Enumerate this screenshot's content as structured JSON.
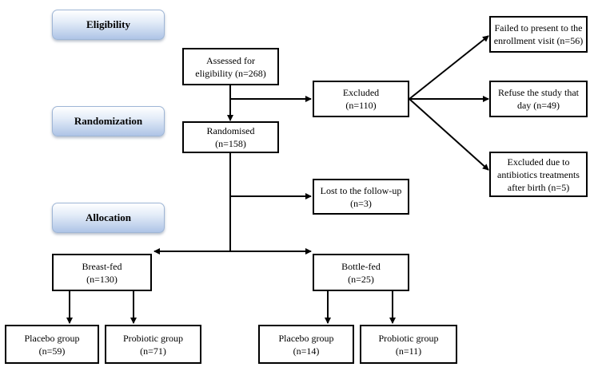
{
  "stages": {
    "eligibility": "Eligibility",
    "randomization": "Randomization",
    "allocation": "Allocation"
  },
  "boxes": {
    "assessed": {
      "line1": "Assessed for",
      "line2": "eligibility  (n=268)"
    },
    "excluded": {
      "line1": "Excluded",
      "line2": "(n=110)"
    },
    "failed": {
      "line1": "Failed to present to the",
      "line2": "enrollment  visit   (n=56)"
    },
    "refuse": {
      "line1": "Refuse the study that",
      "line2": "day (n=49)"
    },
    "antibiotics": {
      "line1": "Excluded due to",
      "line2": "antibiotics treatments",
      "line3": "after birth (n=5)"
    },
    "randomised": {
      "line1": "Randomised",
      "line2": "(n=158)"
    },
    "lost": {
      "line1": "Lost to the follow-up",
      "line2": "(n=3)"
    },
    "breastfed": {
      "line1": "Breast-fed",
      "line2": "(n=130)"
    },
    "bottlefed": {
      "line1": "Bottle-fed",
      "line2": "(n=25)"
    },
    "breast_placebo": {
      "line1": "Placebo group",
      "line2": "(n=59)"
    },
    "breast_probiotic": {
      "line1": "Probiotic group",
      "line2": "(n=71)"
    },
    "bottle_placebo": {
      "line1": "Placebo group",
      "line2": "(n=14)"
    },
    "bottle_probiotic": {
      "line1": "Probiotic group",
      "line2": "(n=11)"
    }
  }
}
